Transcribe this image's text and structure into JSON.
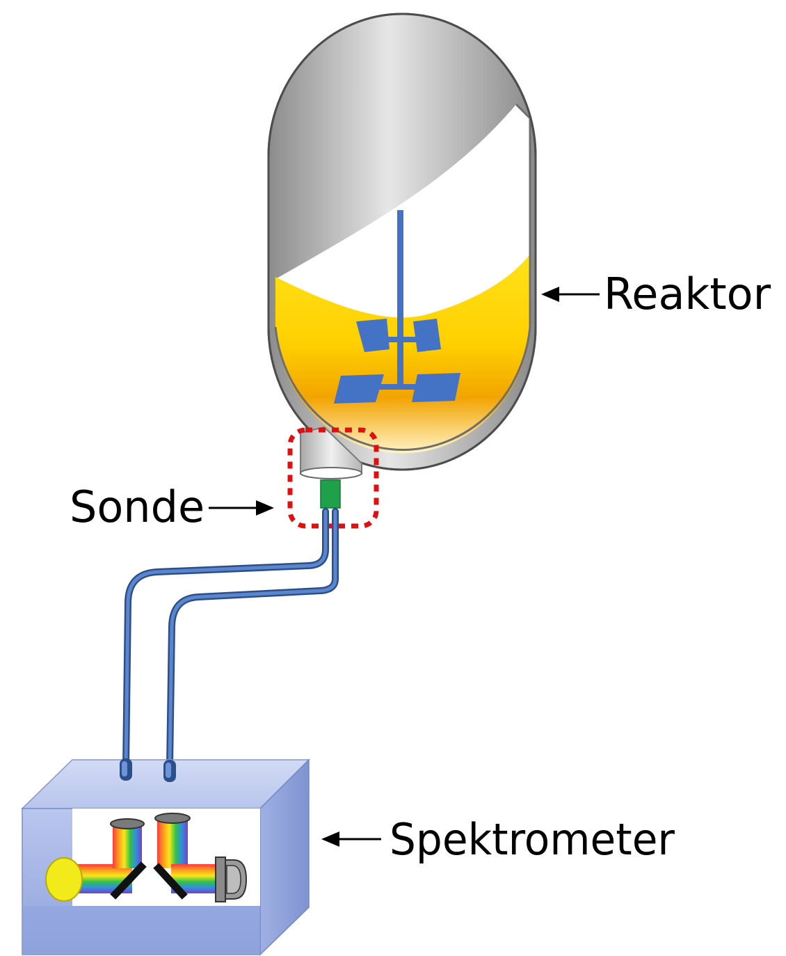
{
  "labels": {
    "reactor": "Reaktor",
    "probe": "Sonde",
    "spectrometer": "Spektrometer"
  },
  "colors": {
    "shell_gray": "#9a9a9a",
    "liquid_yellow": "#ffd400",
    "liquid_orange": "#f5a800",
    "stirrer_blue": "#4472c4",
    "fiber_blue": "#3f6bb0",
    "probe_green": "#1fa04a",
    "dashed_red": "#e01010",
    "box_blue": "#8ea2dc",
    "lamp_yellow": "#f2ea1a"
  },
  "icons": [
    "reactor-vessel-icon",
    "stirrer-icon",
    "probe-icon",
    "fiber-cable-icon",
    "spectrometer-box-icon",
    "lamp-icon",
    "grating-icon",
    "detector-icon"
  ]
}
